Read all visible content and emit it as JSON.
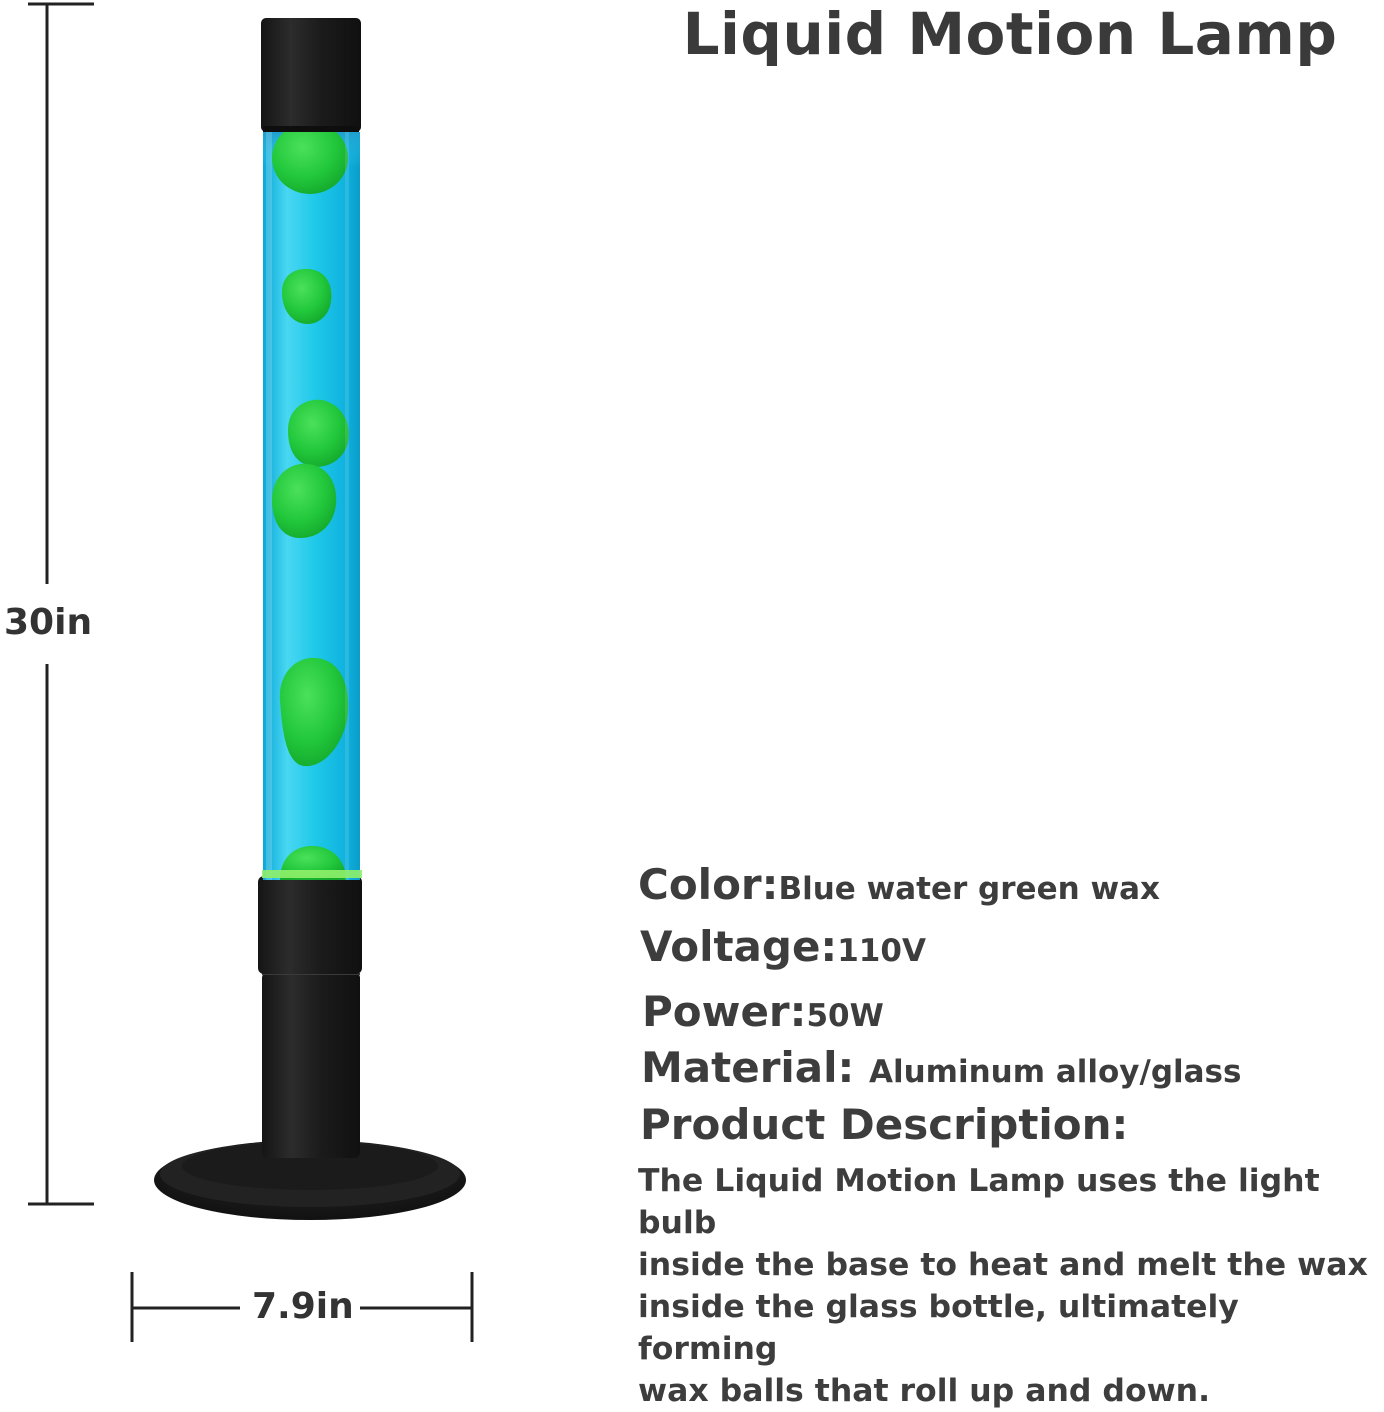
{
  "title": "Liquid Motion Lamp",
  "dimensions": {
    "height_label": "30in",
    "width_label": "7.9in"
  },
  "specs": {
    "color_key": "Color:",
    "color_value": "Blue water green wax",
    "voltage_key": "Voltage:",
    "voltage_value": "110V",
    "power_key": "Power:",
    "power_value": "50W",
    "material_key": "Material: ",
    "material_value": "Aluminum alloy/glass",
    "description_key": "Product Description:",
    "description_lines": [
      "The Liquid Motion Lamp uses the light bulb",
      "inside the base to heat and melt the wax",
      "inside the glass bottle, ultimately forming",
      "wax balls that roll up and down."
    ]
  },
  "colors": {
    "water": "#1ec8e8",
    "wax": "#22c83c",
    "metal": "#1c1c1c",
    "text": "#3d3d3d"
  }
}
